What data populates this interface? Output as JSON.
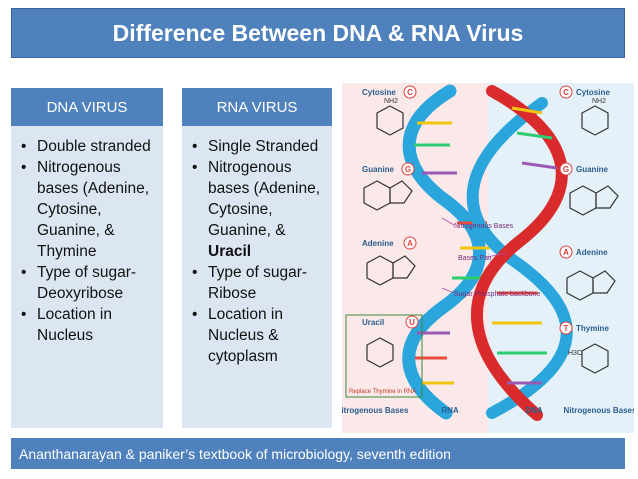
{
  "title": "Difference Between DNA & RNA Virus",
  "dna": {
    "heading": "DNA VIRUS",
    "items": [
      "Double stranded",
      "Nitrogenous bases (Adenine, Cytosine, Guanine, & Thymine",
      "Type of sugar- Deoxyribose",
      "Location in Nucleus"
    ]
  },
  "rna": {
    "heading": "RNA VIRUS",
    "items": [
      "Single Stranded",
      "Nitrogenous bases (Adenine, Cytosine, Guanine, &",
      "Uracil",
      "Type of sugar- Ribose",
      "Location in Nucleus & cytoplasm"
    ]
  },
  "diagram": {
    "left_bases": [
      "Cytosine",
      "Guanine",
      "Adenine",
      "Uracil"
    ],
    "left_letters": [
      "C",
      "G",
      "A",
      "U"
    ],
    "right_bases": [
      "Cytosine",
      "Guanine",
      "Adenine",
      "Thymine"
    ],
    "right_letters": [
      "C",
      "G",
      "A",
      "T"
    ],
    "callouts": [
      "Nitrogenous Bases",
      "Bases Pair",
      "Sugar Phosphate backbone"
    ],
    "replace_note": "Replace Thymine in RNA",
    "bottom_labels": [
      "Nitrogenous Bases",
      "RNA",
      "DNA",
      "Nitrogenous Bases"
    ],
    "formula_labels": [
      "NH2",
      "NH2",
      "H3C"
    ]
  },
  "footer": "Ananthanarayan & paniker’s textbook of microbiology, seventh edition",
  "colors": {
    "accent": "#4f81bd",
    "panel": "#dce6f2",
    "rna_strand": "#2aa6dc",
    "dna_strand": "#d92b2b",
    "letter_red": "#e0413b"
  }
}
